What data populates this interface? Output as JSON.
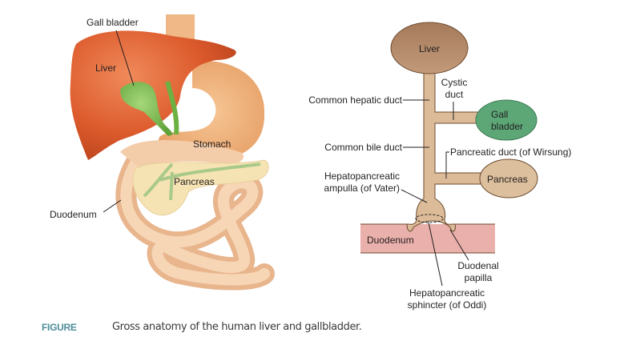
{
  "figure": {
    "label": "FIGURE",
    "caption": "Gross anatomy of the human liver and gallbladder.",
    "label_color": "#4f8e9a"
  },
  "illustration": {
    "labels": {
      "gall_bladder": "Gall bladder",
      "liver": "Liver",
      "stomach": "Stomach",
      "pancreas": "Pancreas",
      "duodenum": "Duodenum"
    },
    "colors": {
      "liver": "#d9552a",
      "gallbladder": "#7dbb4e",
      "stomach": "#efb27c",
      "intestine": "#f3c8a0",
      "pancreas": "#f6e3b4"
    }
  },
  "schematic": {
    "nodes": {
      "liver": "Liver",
      "gall_bladder_line1": "Gall",
      "gall_bladder_line2": "bladder",
      "pancreas": "Pancreas",
      "duodenum": "Duodenum"
    },
    "labels": {
      "common_hepatic_duct": "Common hepatic duct",
      "cystic_duct_line1": "Cystic",
      "cystic_duct_line2": "duct",
      "common_bile_duct": "Common bile duct",
      "pancreatic_duct": "Pancreatic duct (of Wirsung)",
      "ampulla_line1": "Hepatopancreatic",
      "ampulla_line2": "ampulla (of Vater)",
      "papilla_line1": "Duodenal",
      "papilla_line2": "papilla",
      "sphincter_line1": "Hepatopancreatic",
      "sphincter_line2": "sphincter (of Oddi)"
    },
    "colors": {
      "liver": "#b08566",
      "duct": "#dcbb98",
      "gallbladder": "#5da777",
      "pancreas": "#dcbf9c",
      "duodenum": "#eab0ab",
      "outline": "#6b4a2f"
    }
  }
}
